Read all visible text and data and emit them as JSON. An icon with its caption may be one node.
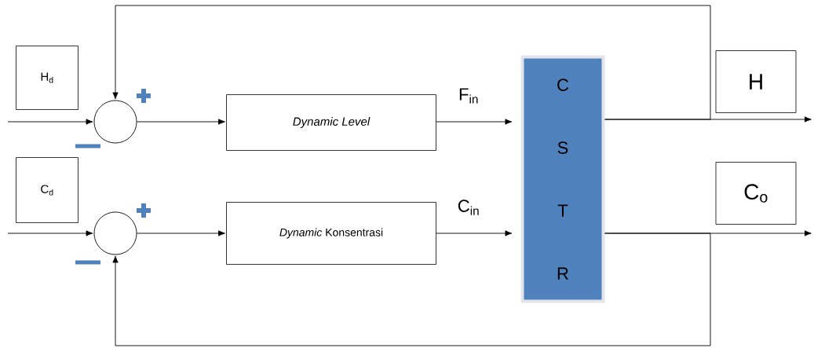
{
  "diagram": {
    "nodes": [
      {
        "text": [
          "H$_{d}$"
        ]
      },
      {
        "text": [],
        "shape": "circle"
      },
      {
        "text": [
          "Dynamic Level"
        ]
      },
      {
        "text": [
          "C$_{d}$"
        ]
      },
      {
        "text": [],
        "shape": "circle"
      },
      {
        "text": [
          "*Dynamic* Konsentrasi"
        ]
      },
      {
        "text": [
          "C S T R"
        ]
      },
      {
        "text": [
          "H"
        ]
      },
      {
        "text": [
          "C$_{o}$"
        ]
      }
    ],
    "edges": [
      {
        "from": null,
        "to": 1,
        "arrow": "to"
      },
      {
        "from": 1,
        "to": 2,
        "arrow": "to"
      },
      {
        "from": 2,
        "to": 6,
        "arrow": "to",
        "label": "F$_{in}$"
      },
      {
        "from": 6,
        "to": null,
        "arrow": "to"
      },
      {
        "from": 6,
        "to": 1,
        "arrow": "to"
      },
      {
        "from": null,
        "to": 4,
        "arrow": "to"
      },
      {
        "from": 4,
        "to": 5,
        "arrow": "to"
      },
      {
        "from": 5,
        "to": 6,
        "arrow": "to",
        "label": "C$_{in}$"
      },
      {
        "from": 6,
        "to": null,
        "arrow": "to"
      },
      {
        "from": 6,
        "to": 4,
        "arrow": "to"
      }
    ]
  }
}
